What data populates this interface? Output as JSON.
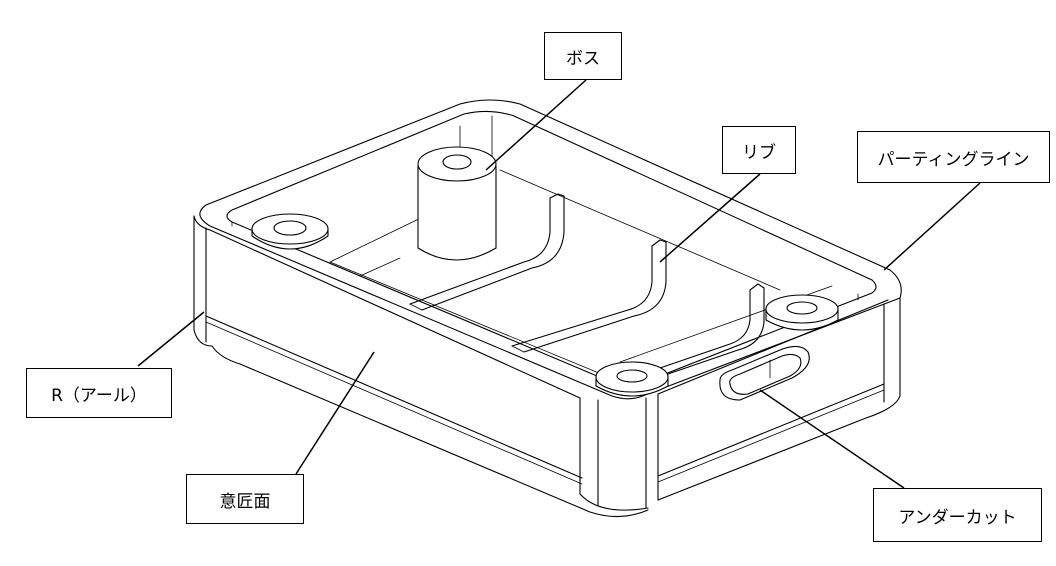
{
  "labels": {
    "boss": "ボス",
    "rib": "リブ",
    "parting_line": "パーティングライン",
    "r": "R（アール）",
    "design_surface": "意匠面",
    "undercut": "アンダーカット"
  }
}
